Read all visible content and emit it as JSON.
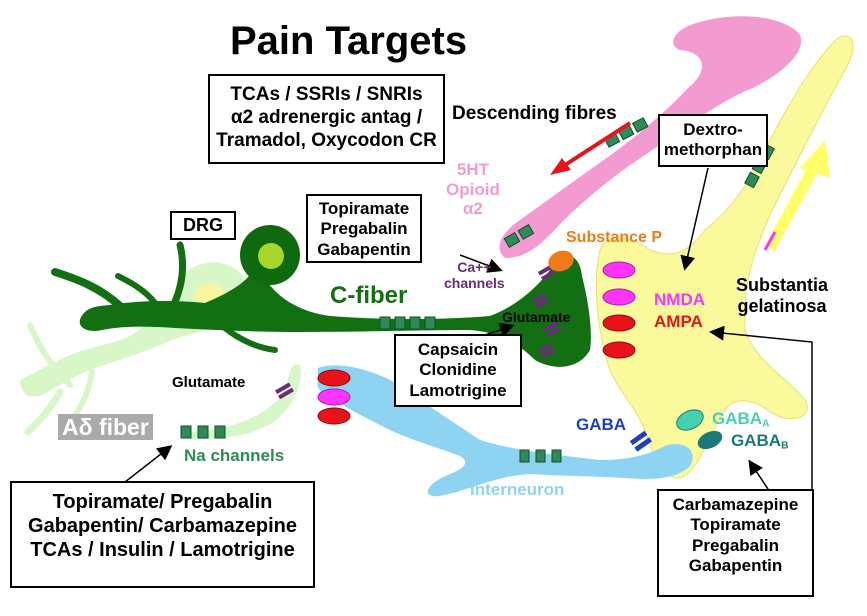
{
  "title": "Pain Targets",
  "boxes": {
    "antidepressants": [
      "TCAs / SSRIs / SNRIs",
      "α2 adrenergic antag /",
      "Tramadol, Oxycodon CR"
    ],
    "ca_blockers": [
      "Topiramate",
      "Pregabalin",
      "Gabapentin"
    ],
    "dextro": [
      "Dextro-",
      "methorphan"
    ],
    "capsaicin": [
      "Capsaicin",
      "Clonidine",
      "Lamotrigine"
    ],
    "na_blockers": [
      "Topiramate/ Pregabalin",
      "Gabapentin/ Carbamazepine",
      "TCAs / Insulin / Lamotrigine"
    ],
    "gaba_agents": [
      "Carbamazepine",
      "Topiramate",
      "Pregabalin",
      "Gabapentin"
    ],
    "drg": "DRG"
  },
  "labels": {
    "descending": "Descending fibres",
    "fivehtopioid": [
      "5HT",
      "Opioid",
      "α2"
    ],
    "substance_p": "Substance P",
    "ca_channels": [
      "Ca++",
      "channels"
    ],
    "c_fiber": "C-fiber",
    "glutamate_c": "Glutamate",
    "glutamate_a": "Glutamate",
    "nmda": "NMDA",
    "ampa": "AMPA",
    "substantia": [
      "Substantia",
      "gelatinosa"
    ],
    "adelta": "Aδ fiber",
    "na_channels": "Na channels",
    "gaba": "GABA",
    "gaba_a": {
      "main": "GABA",
      "sub": "A"
    },
    "gaba_b": {
      "main": "GABA",
      "sub": "B"
    },
    "interneuron": "Interneuron"
  },
  "colors": {
    "c_fiber": "#127012",
    "drg_soma": "#0d6b0d",
    "nucleus": "#a9d62a",
    "a_fiber": "#d8f7c8",
    "descending": "#f39ad0",
    "dorsal_horn": "#fafa9c",
    "interneuron": "#8fd3f3",
    "channel": "#2e8b57",
    "receptor_red": "#e8131a",
    "receptor_magenta": "#ff33ff",
    "ca_channel": "#6b2a7a",
    "substance_p": "#f07a18",
    "gaba_a": "#43d1b2",
    "gaba_b": "#1a7a7a"
  }
}
